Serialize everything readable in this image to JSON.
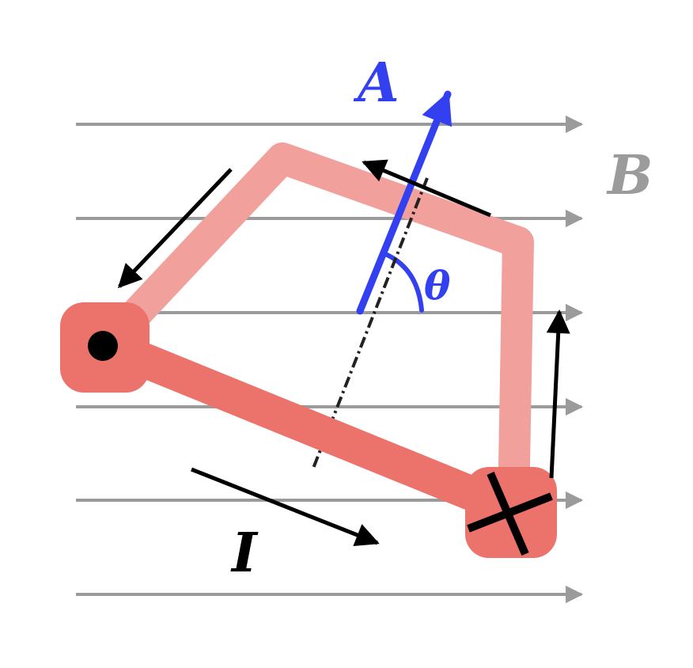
{
  "labels": {
    "area_vector": "A",
    "field": "B",
    "angle": "θ",
    "current": "I"
  },
  "colors": {
    "field_lines": "#9b9b9b",
    "area_vector": "#3340f0",
    "loop_front": "#ec726c",
    "loop_back": "#f2a09c",
    "arrows": "#000000",
    "background": "#ffffff"
  }
}
